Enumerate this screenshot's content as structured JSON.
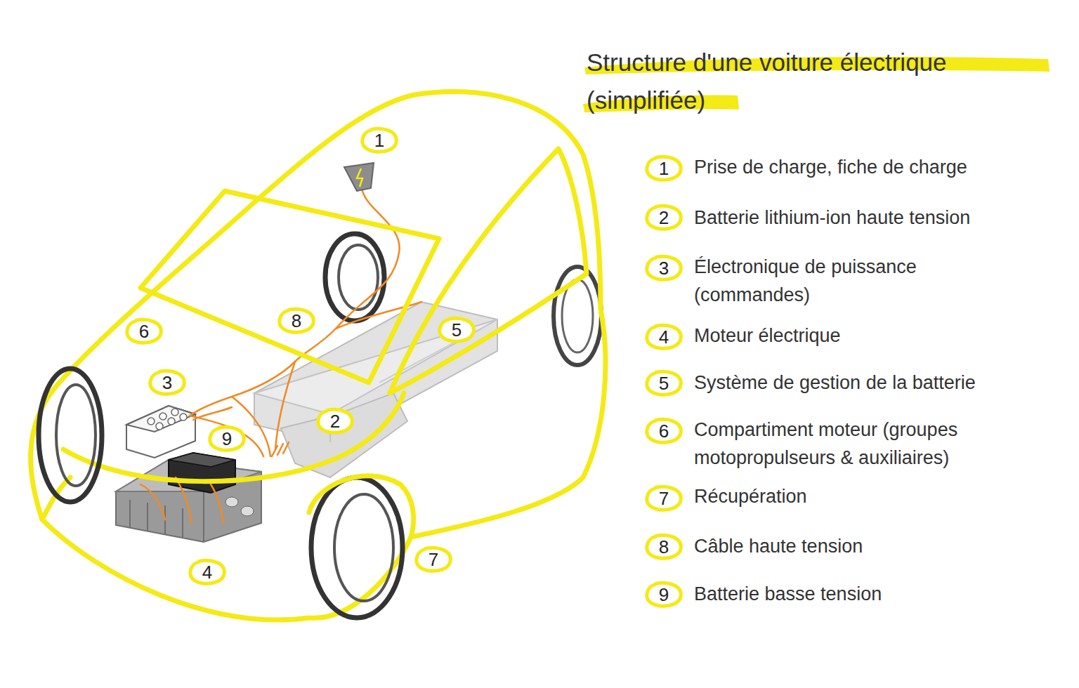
{
  "diagram": {
    "title": "Structure d'une voiture électrique (simplifiée)",
    "nodes": [
      {
        "text": [
          "1"
        ]
      },
      {
        "text": [
          "2"
        ]
      },
      {
        "text": [
          "3"
        ]
      },
      {
        "text": [
          "4"
        ]
      },
      {
        "text": [
          "5"
        ]
      },
      {
        "text": [
          "6"
        ]
      },
      {
        "text": [
          "7"
        ]
      },
      {
        "text": [
          "8"
        ]
      },
      {
        "text": [
          "9"
        ]
      },
      {
        "text": [
          "1"
        ]
      },
      {
        "text": [
          "2"
        ]
      },
      {
        "text": [
          "3"
        ]
      },
      {
        "text": [
          "4"
        ]
      },
      {
        "text": [
          "5"
        ]
      },
      {
        "text": [
          "6"
        ]
      },
      {
        "text": [
          "7"
        ]
      },
      {
        "text": [
          "8"
        ]
      },
      {
        "text": [
          "9"
        ]
      }
    ],
    "labels": [
      "Prise de charge, fiche de charge",
      "Batterie lithium-ion haute tension",
      "Électronique de puissance (commandes)",
      "Moteur électrique",
      "Système de gestion de la batterie",
      "Compartiment moteur (groupes motopropulseurs & auxiliaires)",
      "Récupération",
      "Câble haute tension",
      "Batterie basse tension"
    ]
  }
}
